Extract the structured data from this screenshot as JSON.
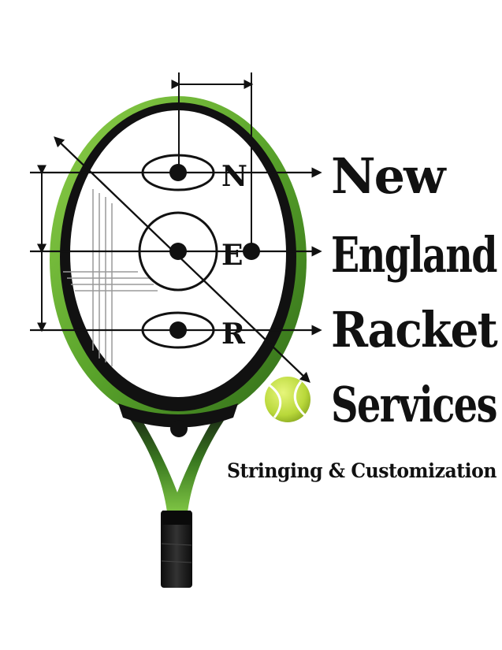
{
  "logo": {
    "name_lines": [
      "New",
      "England",
      "Racket",
      "Services"
    ],
    "tagline": "Stringing & Customization",
    "markers": [
      "N",
      "E",
      "R"
    ]
  },
  "colors": {
    "frame_green": "#6fbf3a",
    "frame_black": "#111111",
    "ball_yellow": "#c9e34a",
    "ball_seam": "#ffffff",
    "strings_gray": "#9a9a9a",
    "grip": "#1a1a1a"
  },
  "icons": [
    "tennis-racket-icon",
    "tennis-ball-icon",
    "arrow-icon",
    "dimension-marker-icon"
  ]
}
